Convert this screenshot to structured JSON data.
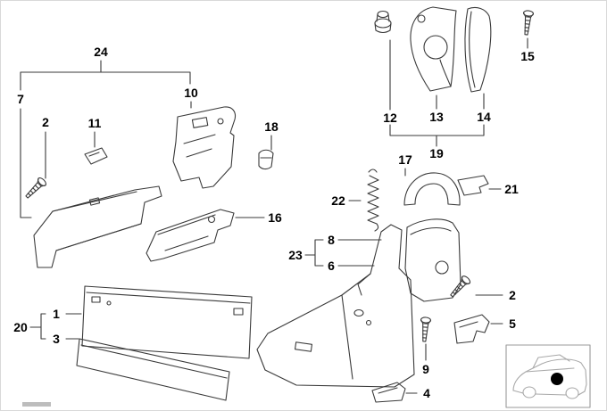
{
  "diagram": {
    "type": "exploded-parts-diagram",
    "callouts": [
      {
        "label": "24"
      },
      {
        "label": "7"
      },
      {
        "label": "2"
      },
      {
        "label": "11"
      },
      {
        "label": "10"
      },
      {
        "label": "18"
      },
      {
        "label": "12"
      },
      {
        "label": "13"
      },
      {
        "label": "14"
      },
      {
        "label": "19"
      },
      {
        "label": "15"
      },
      {
        "label": "17"
      },
      {
        "label": "21"
      },
      {
        "label": "22"
      },
      {
        "label": "16"
      },
      {
        "label": "8"
      },
      {
        "label": "23"
      },
      {
        "label": "6"
      },
      {
        "label": "2"
      },
      {
        "label": "5"
      },
      {
        "label": "1"
      },
      {
        "label": "20"
      },
      {
        "label": "3"
      },
      {
        "label": "9"
      },
      {
        "label": "4"
      }
    ],
    "colors": {
      "line": "#3a3a3a",
      "background": "#ffffff",
      "border": "#d9d9d9",
      "thumbnail_line": "#a9a9a9",
      "locator_dot": "#000000"
    },
    "thumbnail": {
      "icon": "car-locator-icon",
      "marker": "black-location-dot"
    }
  }
}
